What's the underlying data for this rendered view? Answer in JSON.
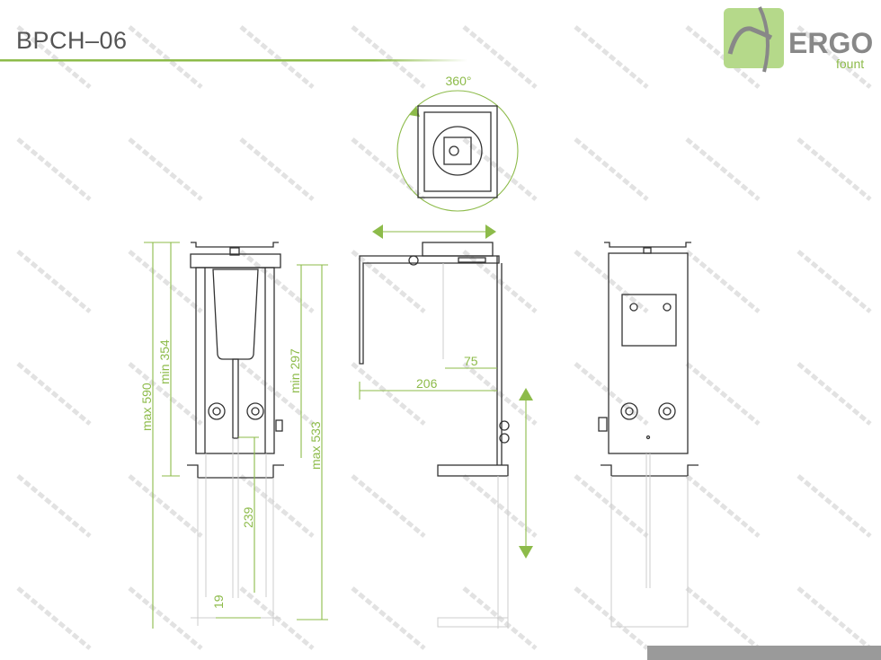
{
  "header": {
    "title": "BPCH–06"
  },
  "logo": {
    "brand": "ERGO",
    "sub": "fount"
  },
  "watermark": "Cronshtein.ru",
  "dimensions": {
    "rotation": "360°",
    "max_590": "max 590",
    "min_354": "min 354",
    "min_297": "min 297",
    "max_533": "max 533",
    "d239": "239",
    "d19": "19",
    "d75": "75",
    "d206": "206"
  },
  "colors": {
    "accent": "#8dbb4a",
    "line": "#333333",
    "bar": "#9a9a9a"
  }
}
